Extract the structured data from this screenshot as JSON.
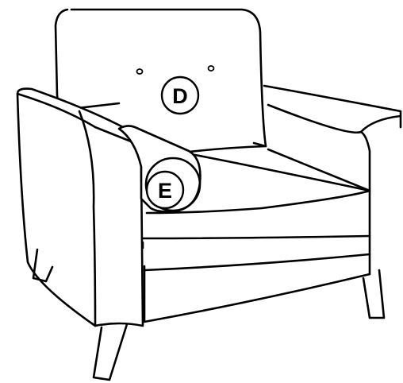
{
  "callouts": [
    {
      "id": "D",
      "label": "D"
    },
    {
      "id": "E",
      "label": "E"
    }
  ],
  "colors": {
    "line": "#000000",
    "background": "#ffffff"
  }
}
